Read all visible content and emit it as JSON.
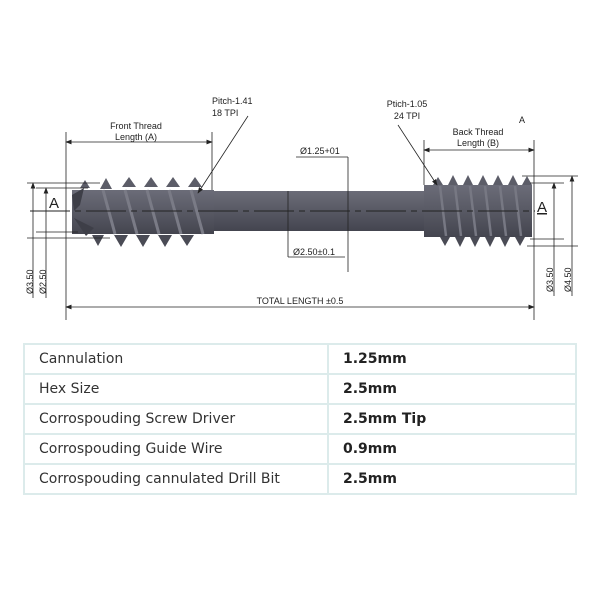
{
  "drawing": {
    "front_thread_label_line1": "Front Thread",
    "front_thread_label_line2": "Length (A)",
    "front_pitch_line1": "Pitch-1.41",
    "front_pitch_line2": "18 TPI",
    "back_pitch_line1": "Ptich-1.05",
    "back_pitch_line2": "24 TPI",
    "back_thread_label_line1": "Back Thread",
    "back_thread_label_line2": "Length  (B)",
    "stray_mark": "A",
    "cannulation_dim": "Ø1.25+01",
    "shaft_dim": "Ø2.50±0.1",
    "total_length": "TOTAL LENGTH ±0.5",
    "left_section_label": "A",
    "right_section_label": "A",
    "left_outer_dia": "Ø3.50",
    "left_inner_dia": "Ø2.50",
    "right_inner_dia": "Ø3.50",
    "right_outer_dia": "Ø4.50",
    "colors": {
      "screw_body": "#5a5b66",
      "screw_dark": "#43444e",
      "line": "#222222"
    }
  },
  "table": {
    "rows": [
      {
        "label": "Cannulation",
        "value": "1.25mm"
      },
      {
        "label": "Hex Size",
        "value": "2.5mm"
      },
      {
        "label": "Corrospouding Screw Driver",
        "value": "2.5mm Tip"
      },
      {
        "label": "Corrospouding Guide Wire",
        "value": "0.9mm"
      },
      {
        "label": "Corrospouding cannulated Drill Bit",
        "value": "2.5mm"
      }
    ],
    "border_color": "#dcebeb"
  }
}
